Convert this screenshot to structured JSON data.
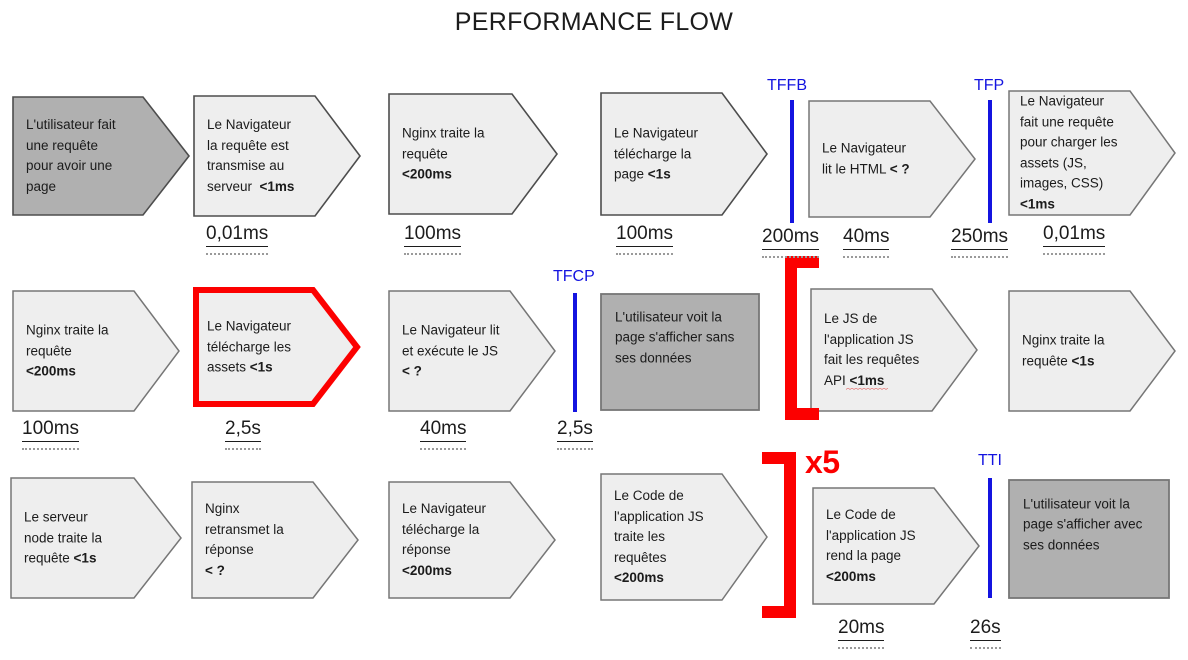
{
  "page": {
    "title": "PERFORMANCE FLOW",
    "colors": {
      "accent_blue": "#1414e0",
      "accent_red": "#fc0000",
      "node_fill_light": "#eeeeee",
      "node_fill_dark": "#b0b0b0",
      "node_stroke": "#4d4d4d",
      "text": "#1b1b1b",
      "background": "#ffffff"
    }
  },
  "rows": [
    {
      "name": "row-1",
      "nodes": [
        {
          "id": "user-makes-request",
          "shape": "chevron",
          "fill": "dark",
          "lines": [
            "L'utilisateur fait",
            "une requête",
            "pour avoir une",
            "page"
          ],
          "bold_suffix": ""
        },
        {
          "id": "browser-request-sent-to-server",
          "shape": "chevron",
          "fill": "light",
          "lines": [
            "Le Navigateur",
            "la requête est",
            "transmise au",
            "serveur  "
          ],
          "bold_suffix": "<1ms"
        },
        {
          "id": "nginx-handles-request-200ms",
          "shape": "chevron",
          "fill": "light",
          "lines": [
            "Nginx traite la",
            "requête",
            ""
          ],
          "bold_suffix": "<200ms"
        },
        {
          "id": "browser-downloads-page",
          "shape": "chevron",
          "fill": "light",
          "lines": [
            "Le Navigateur",
            "télécharge la",
            "page "
          ],
          "bold_suffix": "<1s"
        },
        {
          "id": "browser-reads-html",
          "shape": "chevron",
          "fill": "light",
          "lines": [
            "Le Navigateur",
            "lit le HTML "
          ],
          "bold_suffix": "< ?"
        },
        {
          "id": "browser-requests-assets",
          "shape": "chevron",
          "fill": "light",
          "lines": [
            "Le Navigateur",
            "fait une requête",
            "pour charger les",
            "assets (JS,",
            "images, CSS)",
            ""
          ],
          "bold_suffix": "<1ms"
        }
      ]
    },
    {
      "name": "row-2",
      "nodes": [
        {
          "id": "nginx-handles-request-200ms-2",
          "shape": "chevron",
          "fill": "light",
          "lines": [
            "Nginx traite la",
            "requête",
            ""
          ],
          "bold_suffix": "<200ms"
        },
        {
          "id": "browser-downloads-assets",
          "shape": "chevron",
          "fill": "light-red",
          "lines": [
            "Le Navigateur",
            "télécharge les",
            "assets "
          ],
          "bold_suffix": "<1s"
        },
        {
          "id": "browser-reads-executes-js",
          "shape": "chevron",
          "fill": "light",
          "lines": [
            "Le Navigateur lit",
            "et exécute le JS",
            ""
          ],
          "bold_suffix": "< ?"
        },
        {
          "id": "user-sees-page-without-data",
          "shape": "box",
          "fill": "dark",
          "lines": [
            "L'utilisateur voit la",
            "page s'afficher sans",
            "ses données"
          ],
          "bold_suffix": ""
        },
        {
          "id": "js-app-makes-api-requests",
          "shape": "chevron",
          "fill": "light",
          "lines": [
            "Le JS de",
            "l'application JS",
            "fait les requêtes",
            "API "
          ],
          "bold_suffix": "<1ms"
        },
        {
          "id": "nginx-handles-request-1s",
          "shape": "chevron",
          "fill": "light",
          "lines": [
            "Nginx traite la",
            "requête "
          ],
          "bold_suffix": "<1s"
        }
      ]
    },
    {
      "name": "row-3",
      "nodes": [
        {
          "id": "node-server-handles-request",
          "shape": "chevron",
          "fill": "light",
          "lines": [
            "Le serveur",
            "node traite la",
            "requête "
          ],
          "bold_suffix": "<1s"
        },
        {
          "id": "nginx-forwards-response",
          "shape": "chevron",
          "fill": "light",
          "lines": [
            "Nginx",
            "retransmet la",
            "réponse",
            ""
          ],
          "bold_suffix": "< ?"
        },
        {
          "id": "browser-downloads-response",
          "shape": "chevron",
          "fill": "light",
          "lines": [
            "Le Navigateur",
            "télécharge la",
            "réponse",
            ""
          ],
          "bold_suffix": "<200ms"
        },
        {
          "id": "js-app-code-handles-requests",
          "shape": "chevron",
          "fill": "light",
          "lines": [
            "Le Code de",
            "l'application JS",
            "traite les",
            "requêtes",
            ""
          ],
          "bold_suffix": "<200ms"
        },
        {
          "id": "js-app-code-renders-page",
          "shape": "chevron",
          "fill": "light",
          "lines": [
            "Le Code de",
            "l'application JS",
            "rend la page",
            ""
          ],
          "bold_suffix": "<200ms"
        },
        {
          "id": "user-sees-page-with-data",
          "shape": "box",
          "fill": "dark",
          "lines": [
            "L'utilisateur voit la",
            "page s'afficher avec",
            "ses données"
          ],
          "bold_suffix": ""
        }
      ]
    }
  ],
  "ticks": [
    {
      "id": "tick-0-01ms-row1",
      "value": "0,01ms"
    },
    {
      "id": "tick-100ms-row1-a",
      "value": "100ms"
    },
    {
      "id": "tick-100ms-row1-b",
      "value": "100ms"
    },
    {
      "id": "tick-200ms-row1",
      "value": "200ms"
    },
    {
      "id": "tick-40ms-row1",
      "value": "40ms"
    },
    {
      "id": "tick-250ms-row1",
      "value": "250ms"
    },
    {
      "id": "tick-0-01ms-row1-b",
      "value": "0,01ms"
    },
    {
      "id": "tick-100ms-row2",
      "value": "100ms"
    },
    {
      "id": "tick-2-5s-row2-a",
      "value": "2,5s"
    },
    {
      "id": "tick-40ms-row2",
      "value": "40ms"
    },
    {
      "id": "tick-2-5s-row2-b",
      "value": "2,5s"
    },
    {
      "id": "tick-20ms-row3",
      "value": "20ms"
    },
    {
      "id": "tick-26s-row3",
      "value": "26s"
    }
  ],
  "markers": [
    {
      "id": "marker-tffb",
      "label": "TFFB"
    },
    {
      "id": "marker-tfp",
      "label": "TFP"
    },
    {
      "id": "marker-tfcp",
      "label": "TFCP"
    },
    {
      "id": "marker-tti",
      "label": "TTI"
    }
  ],
  "annotations": {
    "repeat_multiplier": "x5"
  }
}
